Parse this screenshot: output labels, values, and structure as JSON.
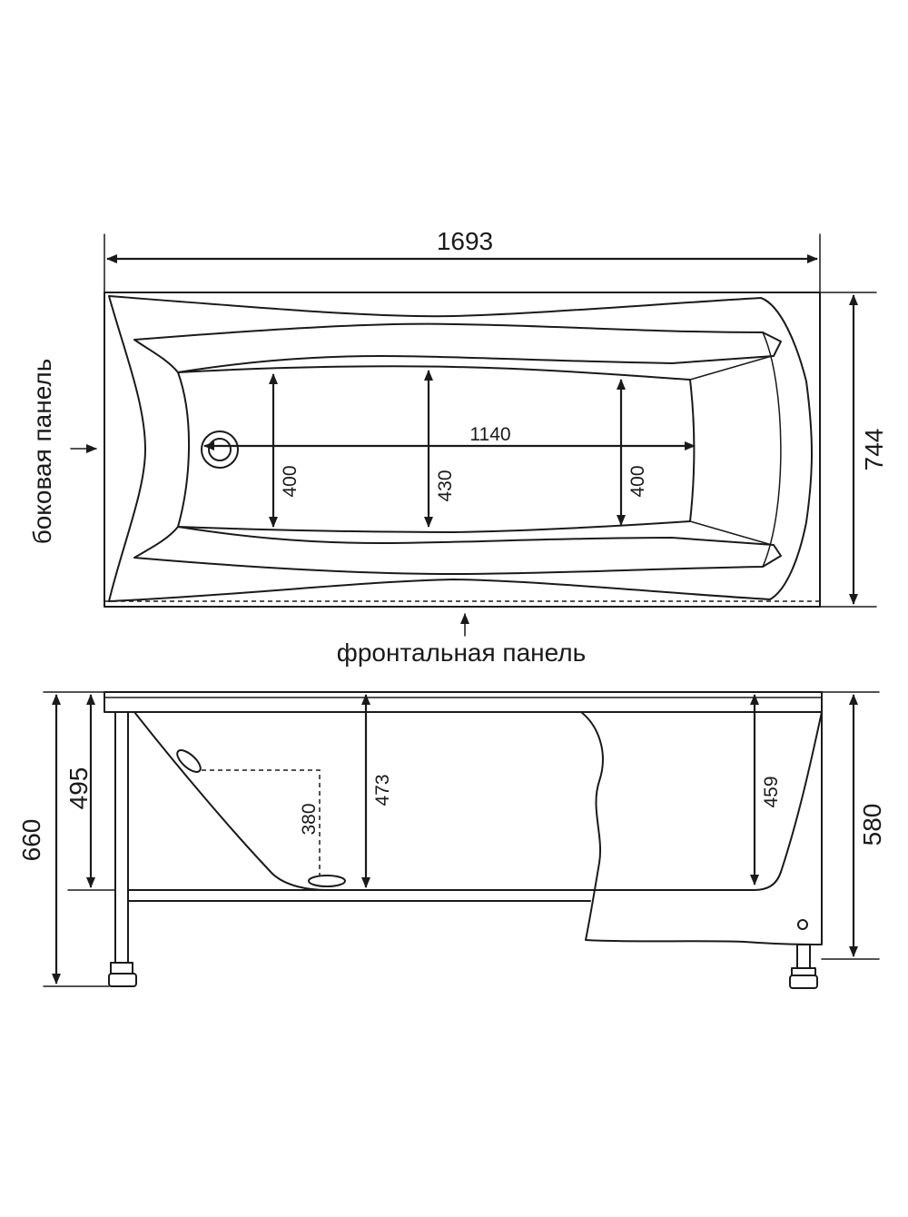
{
  "top_view": {
    "overall_length": "1693",
    "overall_width": "744",
    "inner_length": "1140",
    "inner_width_left": "400",
    "inner_width_middle": "430",
    "inner_width_right": "400",
    "side_panel_label": "боковая панель",
    "front_panel_label": "фронтальная панель"
  },
  "side_view": {
    "total_height": "660",
    "depth_495": "495",
    "depth_473": "473",
    "depth_459": "459",
    "drain_height": "380",
    "panel_height": "580"
  },
  "colors": {
    "line": "#1a1a1a",
    "background": "#ffffff"
  }
}
